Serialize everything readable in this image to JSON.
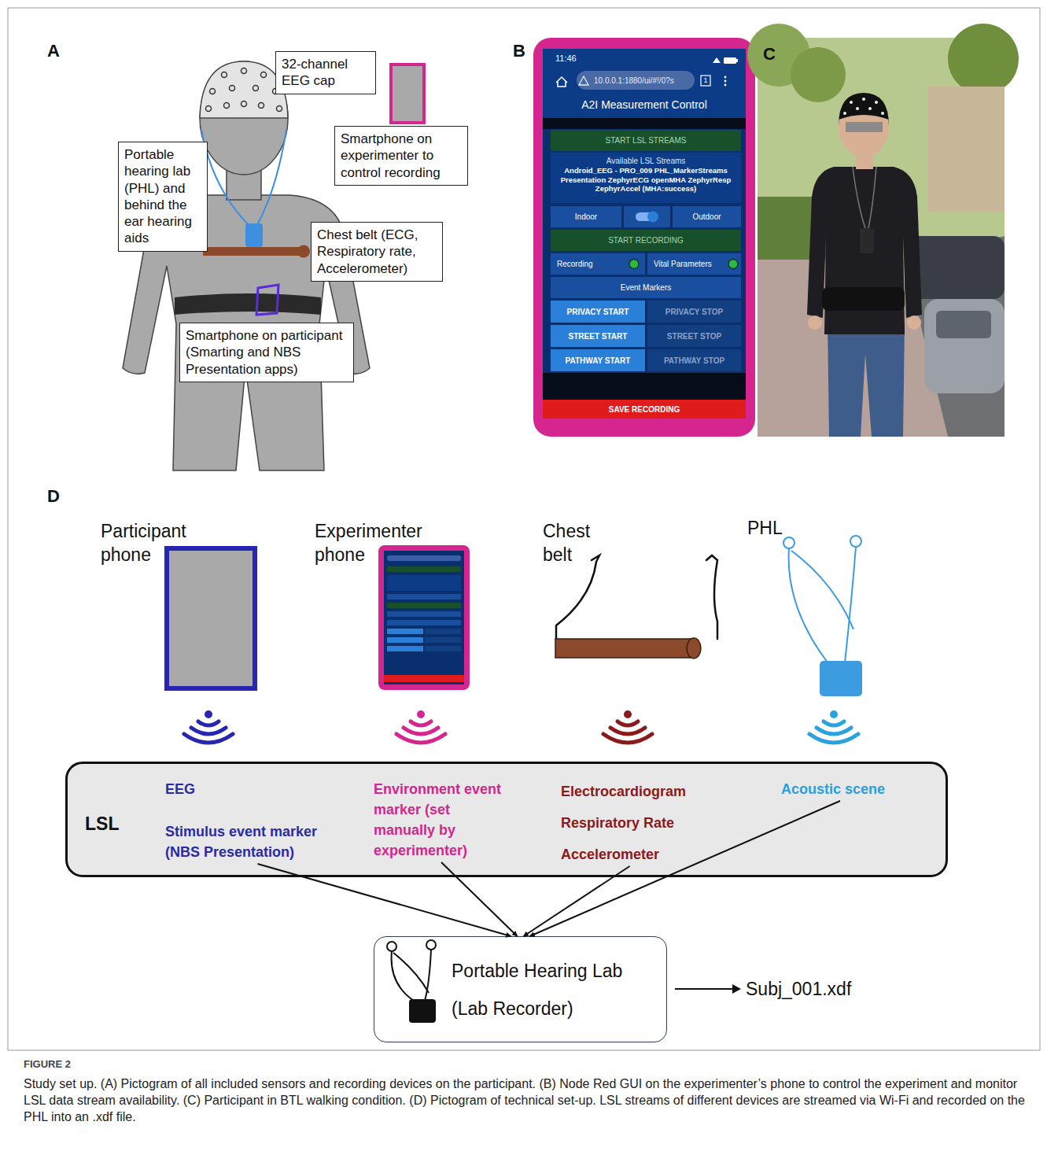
{
  "diagram": {
    "caption": "Study set up. (A) Pictogram of all included sensors and recording devices on the participant. (B) Node Red GUI on the experimenter’s phone to control the experiment and monitor LSL data stream availability. (C) Participant in BTL walking condition. (D) Pictogram of technical set-up. LSL streams of different devices are streamed via Wi-Fi and recorded on the PHL into an .xdf file.",
    "nodes": [
      {
        "text": [
          "32-channel EEG cap"
        ]
      },
      {
        "text": [
          "Smartphone on experimenter to control recording"
        ]
      },
      {
        "text": [
          "Portable hearing lab (PHL) and behind the ear hearing aids"
        ]
      },
      {
        "text": [
          "Chest belt (ECG, Respiratory rate, Accelerometer)"
        ]
      },
      {
        "text": [
          "Smartphone on participant (Smarting and NBS Presentation apps)"
        ]
      },
      {
        "text": [
          "11:46",
          "A2I Measurement Control"
        ]
      },
      {
        "text": [
          "10.0.0.1:1880/ui/#!/0?s"
        ],
        "in": 5
      },
      {
        "text": [
          "START LSL STREAMS"
        ],
        "in": 5
      },
      {
        "text": [
          "Available LSL Streams",
          "Android_EEG - PRO_009 PHL_MarkerStreams Presentation ZephyrECG openMHA ZephyrResp ZephyrAccel (MHA:success)"
        ],
        "in": 5
      },
      {
        "text": [
          "Indoor"
        ],
        "in": 5
      },
      {
        "text": [
          "Outdoor"
        ],
        "in": 5
      },
      {
        "text": [
          "START RECORDING"
        ],
        "in": 5
      },
      {
        "text": [
          "Recording"
        ],
        "in": 5
      },
      {
        "text": [
          "Vital Parameters"
        ],
        "in": 5
      },
      {
        "text": [
          "Event Markers"
        ],
        "in": 5
      },
      {
        "text": [
          "PRIVACY START"
        ],
        "in": 5
      },
      {
        "text": [
          "PRIVACY STOP"
        ],
        "in": 5
      },
      {
        "text": [
          "STREET START"
        ],
        "in": 5
      },
      {
        "text": [
          "STREET STOP"
        ],
        "in": 5
      },
      {
        "text": [
          "PATHWAY START"
        ],
        "in": 5
      },
      {
        "text": [
          "PATHWAY STOP"
        ],
        "in": 5
      },
      {
        "text": [
          "SAVE RECORDING"
        ],
        "in": 5
      },
      {
        "text": [
          "Participant phone"
        ]
      },
      {
        "text": [
          "Experimenter phone"
        ]
      },
      {
        "text": [
          "Chest belt"
        ]
      },
      {
        "text": [
          "PHL"
        ]
      },
      {
        "text": [
          "LSL"
        ]
      },
      {
        "text": [
          "EEG",
          "Stimulus event marker (NBS Presentation)"
        ],
        "in": 26
      },
      {
        "text": [
          "Environment event marker (set manually by experimenter)"
        ],
        "in": 26
      },
      {
        "text": [
          "Electrocardiogram",
          "Respiratory Rate",
          "Accelerometer"
        ],
        "in": 26
      },
      {
        "text": [
          "Acoustic scene"
        ],
        "in": 26
      },
      {
        "text": [
          "Portable Hearing Lab (Lab Recorder)"
        ]
      }
    ],
    "edges": [
      {
        "from": 27,
        "to": 31,
        "arrow": "to"
      },
      {
        "from": 28,
        "to": 31,
        "arrow": "to"
      },
      {
        "from": 29,
        "to": 31,
        "arrow": "to"
      },
      {
        "from": 30,
        "to": 31,
        "arrow": "to"
      }
    ],
    "labels": [
      "A",
      "B",
      "C",
      "D",
      "1",
      "Subj_001.xdf",
      "FIGURE 2"
    ]
  }
}
